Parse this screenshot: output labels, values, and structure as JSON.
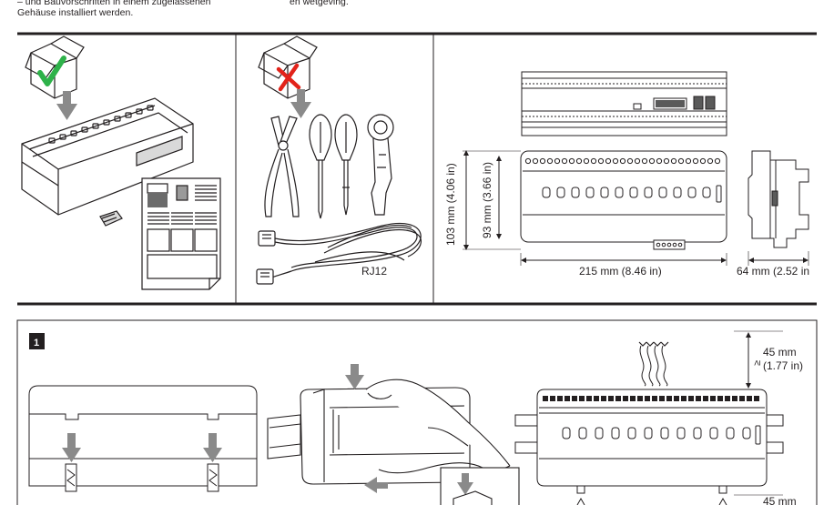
{
  "intro": {
    "note_de_line1": "– und Bauvorschriften in einem zugelassenen",
    "note_de_line2": "Gehäuse installiert werden.",
    "note_nl_line1": "en wetgeving."
  },
  "dimensions": {
    "height_outer": "103 mm (4.06 in)",
    "height_inner": "93 mm (3.66 in)",
    "width": "215 mm (8.46 in)",
    "depth": "64 mm (2.52 in"
  },
  "tools": {
    "cable_label": "RJ12"
  },
  "step1": {
    "badge": "1",
    "clearance_top_value": "45 mm",
    "clearance_top_inch": "(1.77 in)",
    "clearance_top_symbol": "≥",
    "clearance_bottom_value": "45 mm"
  },
  "colors": {
    "line": "#231f20",
    "check": "#2eb24a",
    "cross": "#e2231a",
    "arrow": "#8a8a8a",
    "device_fill": "#ffffff"
  }
}
